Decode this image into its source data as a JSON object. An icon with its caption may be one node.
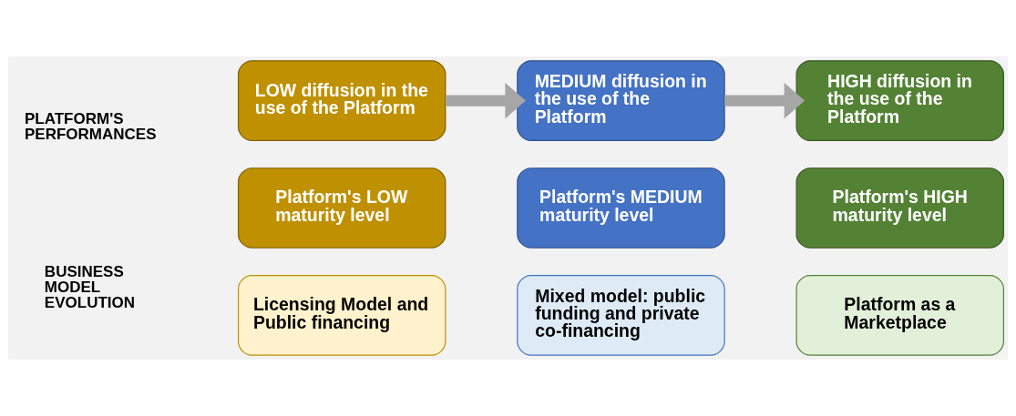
{
  "diagram": {
    "nodes": [
      {
        "text": [
          "LOW diffusion in the use of the Platform"
        ]
      },
      {
        "text": [
          "Platform's LOW maturity level"
        ]
      },
      {
        "text": [
          "MEDIUM diffusion in the use of the Platform"
        ]
      },
      {
        "text": [
          "Platform's MEDIUM maturity level"
        ]
      },
      {
        "text": [
          "HIGH diffusion in the use of the Platform"
        ]
      },
      {
        "text": [
          "Platform's HIGH maturity level"
        ]
      },
      {
        "text": [
          "Licensing Model and Public financing"
        ]
      },
      {
        "text": [
          "Mixed model: public funding and private co-financing"
        ]
      },
      {
        "text": [
          "Platform as a Marketplace"
        ]
      }
    ],
    "edges": [
      {
        "from": 0,
        "to": 2,
        "arrow": "to"
      },
      {
        "from": 2,
        "to": 4,
        "arrow": "to"
      }
    ],
    "labels": [
      "PLATFORM'S PERFORMANCES",
      "BUSINESS MODEL EVOLUTION"
    ]
  }
}
